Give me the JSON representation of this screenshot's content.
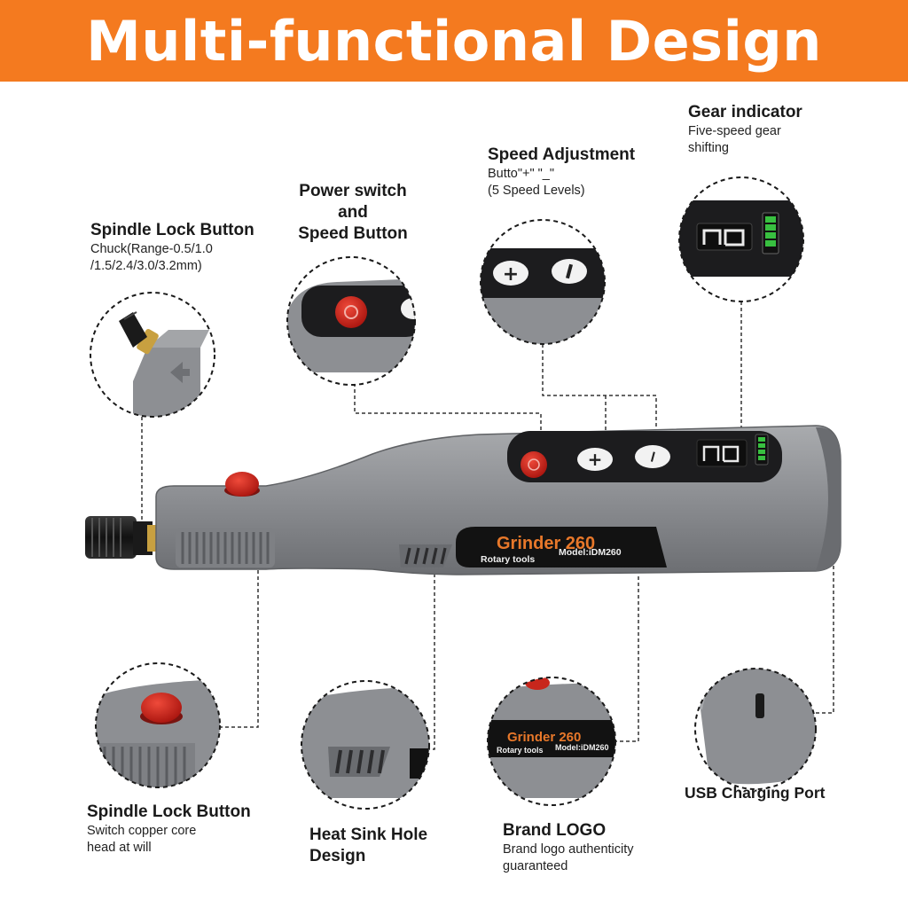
{
  "banner": {
    "title": "Multi-functional Design",
    "color": "#f47a1f"
  },
  "callouts": {
    "spindle_lock_top": {
      "title": "Spindle Lock Button",
      "desc_line1": "Chuck(Range-0.5/1.0",
      "desc_line2": "/1.5/2.4/3.0/3.2mm)"
    },
    "power_switch": {
      "title_line1": "Power switch",
      "title_line2": "and",
      "title_line3": "Speed Button"
    },
    "speed_adjustment": {
      "title": "Speed Adjustment",
      "desc_line1": "Butto\"+\" \"_\"",
      "desc_line2": "(5 Speed Levels)"
    },
    "gear_indicator": {
      "title": "Gear indicator",
      "desc_line1": "Five-speed gear",
      "desc_line2": "shifting"
    },
    "spindle_lock_bottom": {
      "title": "Spindle Lock Button",
      "desc_line1": "Switch copper core",
      "desc_line2": "head at will"
    },
    "heat_sink": {
      "title_line1": "Heat Sink Hole",
      "title_line2": "Design"
    },
    "brand_logo": {
      "title": "Brand LOGO",
      "desc_line1": "Brand logo authenticity",
      "desc_line2": "guaranteed"
    },
    "usb_port": {
      "title": "USB Charging Port"
    }
  },
  "product": {
    "name": "Grinder 260",
    "subtitle": "Rotary tools",
    "model": "Model:iDM260",
    "plus_symbol": "+",
    "minus_symbol": "−",
    "body_color": "#8c8e91",
    "accent_color": "#e8782a",
    "button_color": "#c8261c",
    "battery_color": "#38c040"
  }
}
